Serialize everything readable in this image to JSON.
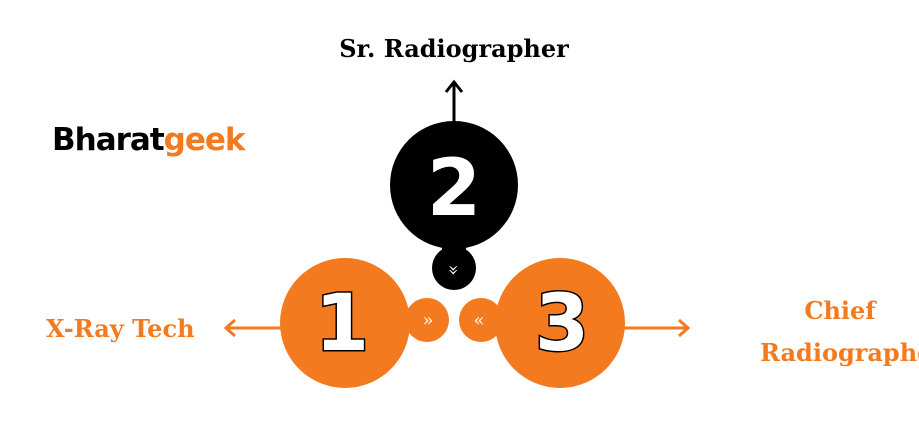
{
  "logo": {
    "part1": "Bharat",
    "part2": "geek"
  },
  "steps": [
    {
      "number": "1",
      "label": "X-Ray Tech"
    },
    {
      "number": "2",
      "label": "Sr. Radiographer"
    },
    {
      "number": "3",
      "label_line1": "Chief",
      "label_line2": "Radiographer"
    }
  ],
  "arrows": {
    "right": "»",
    "left": "«",
    "down": "»"
  },
  "colors": {
    "orange": "#F47A1F",
    "black": "#000000"
  }
}
